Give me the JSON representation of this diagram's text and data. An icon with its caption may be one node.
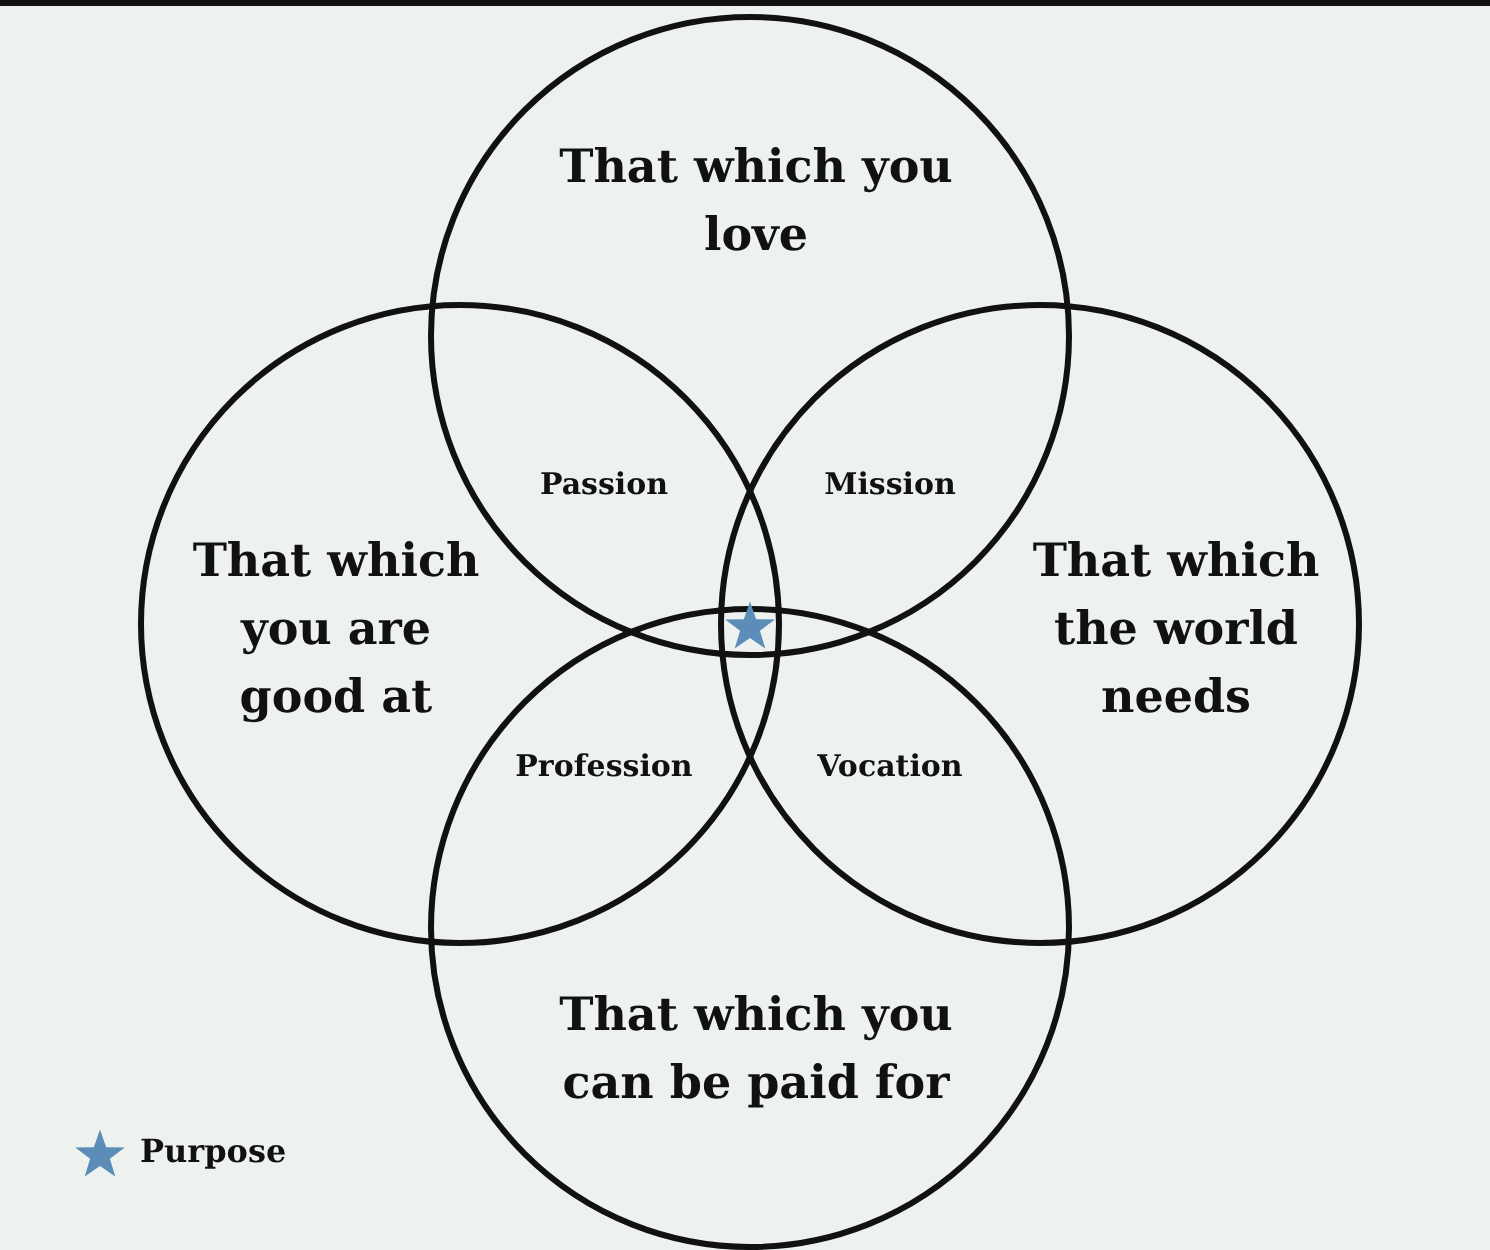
{
  "diagram": {
    "nodes": [
      {
        "text": [
          "That which you love"
        ]
      },
      {
        "text": [
          "That which you are good at"
        ]
      },
      {
        "text": [
          "That which the world needs"
        ]
      },
      {
        "text": [
          "That which you can be paid for"
        ]
      }
    ],
    "labels": [
      "Passion",
      "Mission",
      "Profession",
      "Vocation"
    ],
    "legend": [
      {
        "text": "Purpose"
      }
    ]
  }
}
